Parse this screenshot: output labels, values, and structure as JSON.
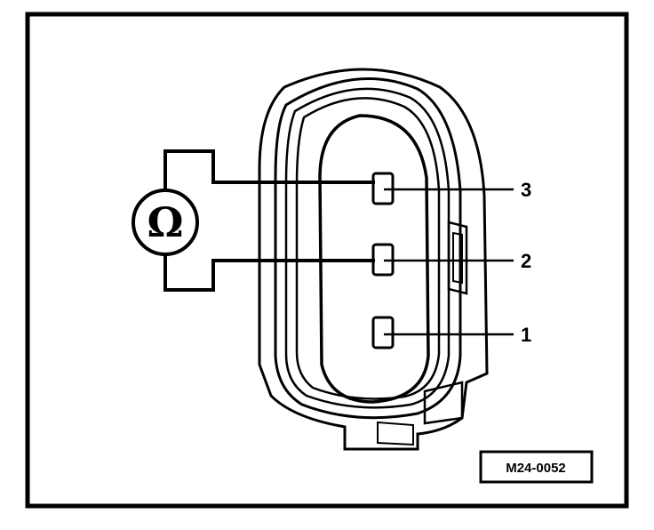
{
  "figure": {
    "reference_code": "M24-0052",
    "meter_symbol": "Ω",
    "pins": [
      {
        "number": "3"
      },
      {
        "number": "2"
      },
      {
        "number": "1"
      }
    ],
    "colors": {
      "ink": "#000000",
      "paper": "#ffffff"
    }
  }
}
